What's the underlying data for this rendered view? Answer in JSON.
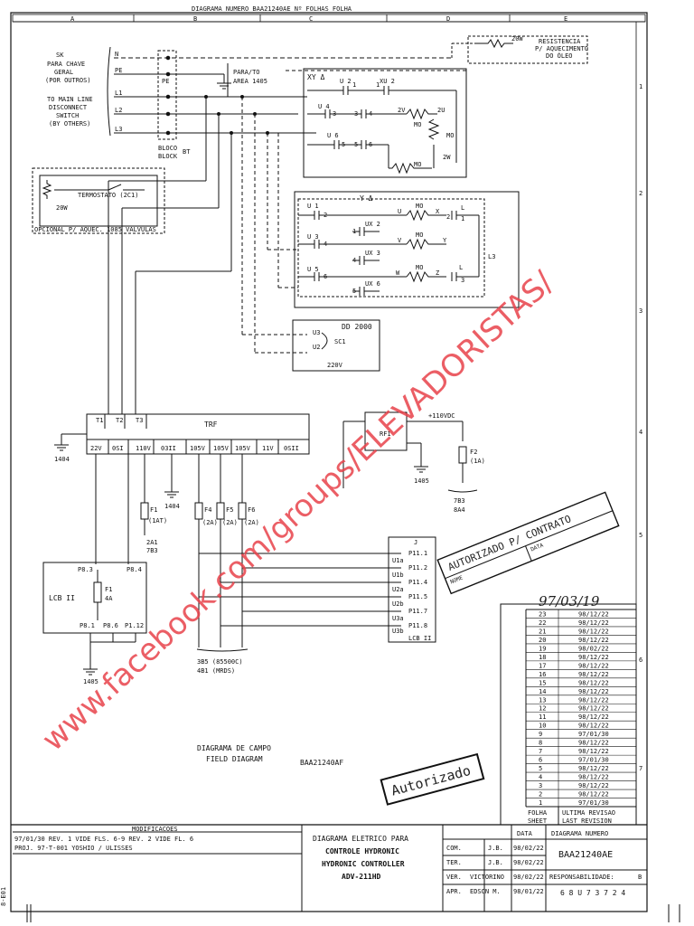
{
  "header": {
    "top_text": "DIAGRAMA NUMERO  BAA21240AE     Nº FOLHAS  FOLHA",
    "cols": [
      "A",
      "B",
      "C",
      "D",
      "E"
    ],
    "rows": [
      "1",
      "2",
      "3",
      "4",
      "5",
      "6",
      "7"
    ]
  },
  "left_block": {
    "sk_pt": [
      "SK",
      "PARA CHAVE",
      "GERAL",
      "(POR OUTROS)"
    ],
    "sk_en": [
      "TO MAIN LINE",
      "DISCONNECT",
      "SWITCH",
      "(BY OTHERS)"
    ],
    "terms": [
      "N",
      "PE",
      "L1",
      "L2",
      "L3"
    ],
    "pe_label": "PE",
    "block_label": [
      "BLOCO",
      "BLOCK"
    ],
    "bt_label": "BT",
    "para_area": [
      "PARA/TO",
      "AREA 1405"
    ]
  },
  "thermostat": {
    "label": "TERMOSTATO (2C1)",
    "r_label": "20W",
    "note": "OPCIONAL P/ AQUEC. 1085 VALVULAS"
  },
  "resistor_top": {
    "r_label": "20W",
    "desc": [
      "RESISTENCIA",
      "P/ AQUECIMENTO",
      "DO ÓLEO"
    ]
  },
  "xy_block": {
    "label": "XY Δ",
    "contacts": [
      "U 2",
      "1",
      "XU 2",
      "1",
      "U 4",
      "3",
      "3",
      "4",
      "U 6",
      "5",
      "5",
      "6"
    ],
    "motor_terms": [
      "2V",
      "2U",
      "MO",
      "MO",
      "2W",
      "MO"
    ]
  },
  "y_block": {
    "label": "Y Δ",
    "contacts": [
      "U 1",
      "2",
      "UX 2",
      "1",
      "U 3",
      "4",
      "UX 3",
      "4",
      "U 5",
      "6",
      "UX 6",
      "5"
    ],
    "motor_terms": [
      "U",
      "MO",
      "X",
      "2",
      "L",
      "1",
      "V",
      "MO",
      "Y",
      "W",
      "MO",
      "Z",
      "L",
      "3",
      "L3"
    ]
  },
  "u3_block": {
    "label": "DD 2000",
    "u3": "U3",
    "u2": "U2",
    "sc1": "SC1",
    "v": "220V"
  },
  "trf": {
    "label": "TRF",
    "inputs": [
      "T1",
      "T2",
      "T3"
    ],
    "outputs": [
      "22V",
      "0SI",
      "110V",
      "03II",
      "105V",
      "105V",
      "105V",
      "11V",
      "0SII"
    ],
    "ground_left": "1404",
    "ground_mid": "1404",
    "f1": {
      "name": "F1",
      "rating": "(1AT)",
      "ref": "2A1",
      "ref2": "7B3"
    },
    "f4": {
      "name": "F4",
      "rating": "(2A)"
    },
    "f5": {
      "name": "F5",
      "rating": "(2A)"
    },
    "f6": {
      "name": "F6",
      "rating": "(2A)"
    },
    "bottom_note": [
      "3B5 (85500C)",
      "4B1 (MRDS)"
    ]
  },
  "rf1": {
    "label": "RF1",
    "vdc": "+110VDC",
    "ground": "1405",
    "f2": {
      "name": "F2",
      "rating": "(1A)"
    },
    "refs": [
      "7B3",
      "8A4"
    ]
  },
  "lcb_left": {
    "label": "LCB II",
    "pins": [
      "P8.3",
      "P8.4",
      "P8.1",
      "P8.6",
      "P1.12"
    ],
    "f1": "F1",
    "f1_rating": "4A",
    "ground": "1405"
  },
  "lcb_right": {
    "label": "LCB II",
    "j": "J",
    "pins": [
      "P11.1",
      "P11.2",
      "P11.4",
      "P11.5",
      "P11.7",
      "P11.8"
    ],
    "signals": [
      "U1a",
      "U1b",
      "U2a",
      "U2b",
      "U3a",
      "U3b"
    ]
  },
  "stamps": {
    "contract_1": "AUTORIZADO P/ CONTRATO",
    "contract_2": "NOME",
    "contract_3": "DATA",
    "autorizado": "Autorizado",
    "handwritten_date": "97/03/19"
  },
  "field_diagram": {
    "pt": "DIAGRAMA DE CAMPO",
    "en": "FIELD DIAGRAM",
    "code": "BAA21240AF"
  },
  "revisions": [
    [
      "23",
      "98/12/22"
    ],
    [
      "22",
      "98/12/22"
    ],
    [
      "21",
      "98/12/22"
    ],
    [
      "20",
      "98/12/22"
    ],
    [
      "19",
      "98/02/22"
    ],
    [
      "18",
      "98/12/22"
    ],
    [
      "17",
      "98/12/22"
    ],
    [
      "16",
      "98/12/22"
    ],
    [
      "15",
      "98/12/22"
    ],
    [
      "14",
      "98/12/22"
    ],
    [
      "13",
      "98/12/22"
    ],
    [
      "12",
      "98/12/22"
    ],
    [
      "11",
      "98/12/22"
    ],
    [
      "10",
      "98/12/22"
    ],
    [
      "9",
      "97/01/30"
    ],
    [
      "8",
      "98/12/22"
    ],
    [
      "7",
      "98/12/22"
    ],
    [
      "6",
      "97/01/30"
    ],
    [
      "5",
      "98/12/22"
    ],
    [
      "4",
      "98/12/22"
    ],
    [
      "3",
      "98/12/22"
    ],
    [
      "2",
      "98/12/22"
    ],
    [
      "1",
      "97/01/30"
    ]
  ],
  "rev_footer": {
    "folha": "FOLHA",
    "sheet": "SHEET",
    "ultima": "ULTIMA REVISAO",
    "last": "LAST REVISION"
  },
  "title_block": {
    "mod_title": "MODIFICACOES",
    "mod_lines": [
      "97/01/30 REV. 1 VIDE FLS. 6-9 REV. 2 VIDE FL. 6",
      "PROJ. 97-T-001   YOSHIO / ULISSES"
    ],
    "t1": "DIAGRAMA ELETRICO PARA",
    "t2": "CONTROLE HYDRONIC",
    "t3": "HYDRONIC CONTROLLER",
    "t4": "ADV-211HD",
    "rows": [
      {
        "k": "COM.",
        "n": "J.B.",
        "d": "98/02/22"
      },
      {
        "k": "TER.",
        "n": "J.B.",
        "d": "98/02/22"
      },
      {
        "k": "VER.",
        "n": "VICTORINO",
        "d": "98/02/22"
      },
      {
        "k": "APR.",
        "n": "EDSON M.",
        "d": "98/01/22"
      }
    ],
    "data_label": "DATA",
    "diag_label": "DIAGRAMA NUMERO",
    "diag_no": "BAA21240AE",
    "resp_label": "RESPONSABILIDADE:",
    "resp_val": "B",
    "bottom_no": "6 8 U 7 3 7 2 4",
    "side_code": "8-E01"
  },
  "watermark": "www.facebook.com/groups/ELEVADORISTAS/"
}
